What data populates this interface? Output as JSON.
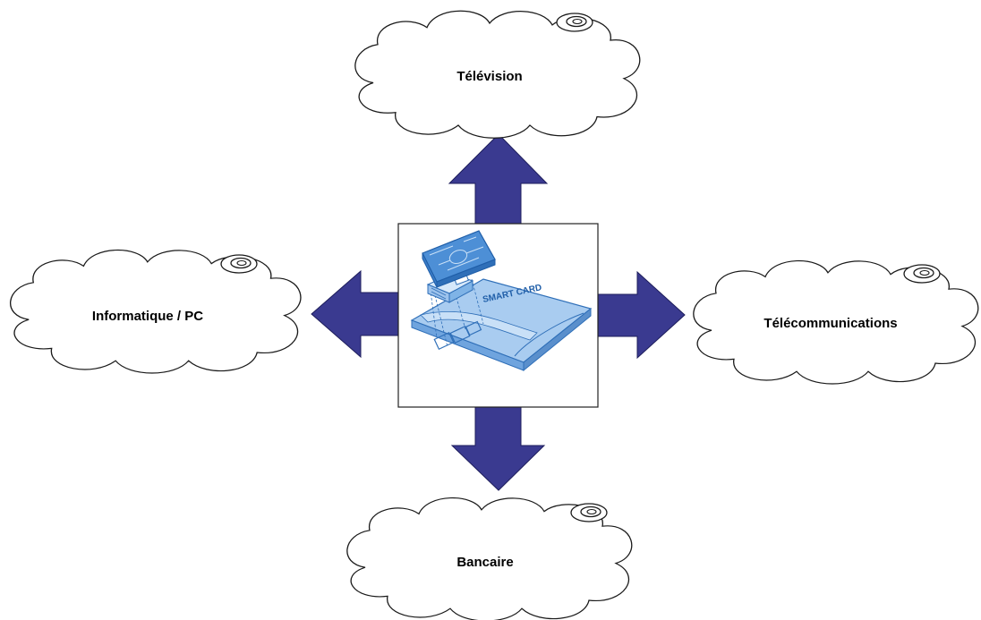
{
  "colors": {
    "arrow_fill": "#3a3a90",
    "arrow_stroke": "#1e1e5c",
    "cloud_stroke": "#1a1a1a",
    "card_blue": "#7fb3e6",
    "card_blue_dark": "#2f6fb8",
    "card_blue_light": "#c9e0f7"
  },
  "center_image": {
    "icon": "smart-card-chip-icon",
    "card_text": "SMART CARD"
  },
  "clouds": {
    "top": {
      "label": "Télévision"
    },
    "left": {
      "label": "Informatique / PC"
    },
    "right": {
      "label": "Télécommunications"
    },
    "bottom": {
      "label": "Bancaire"
    }
  }
}
